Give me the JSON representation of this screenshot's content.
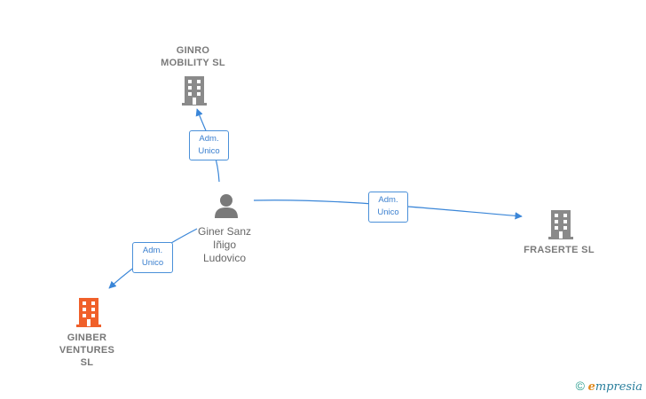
{
  "nodes": {
    "ginro": {
      "label_line1": "GINRO",
      "label_line2": "MOBILITY  SL"
    },
    "fraserte": {
      "label_line1": "FRASERTE  SL"
    },
    "ginber": {
      "label_line1": "GINBER",
      "label_line2": "VENTURES",
      "label_line3": "SL"
    },
    "person": {
      "label_line1": "Giner Sanz",
      "label_line2": "Iñigo",
      "label_line3": "Ludovico"
    }
  },
  "edges": {
    "to_ginro": {
      "line1": "Adm.",
      "line2": "Unico"
    },
    "to_fraserte": {
      "line1": "Adm.",
      "line2": "Unico"
    },
    "to_ginber": {
      "line1": "Adm.",
      "line2": "Unico"
    }
  },
  "colors": {
    "company_gray": "#8a8a8a",
    "company_focus": "#f0602a",
    "edge_blue": "#3a86d8",
    "person_gray": "#7a7a7a"
  },
  "watermark": {
    "copyright": "©",
    "brand_e": "e",
    "brand_rest": "mpresia"
  }
}
